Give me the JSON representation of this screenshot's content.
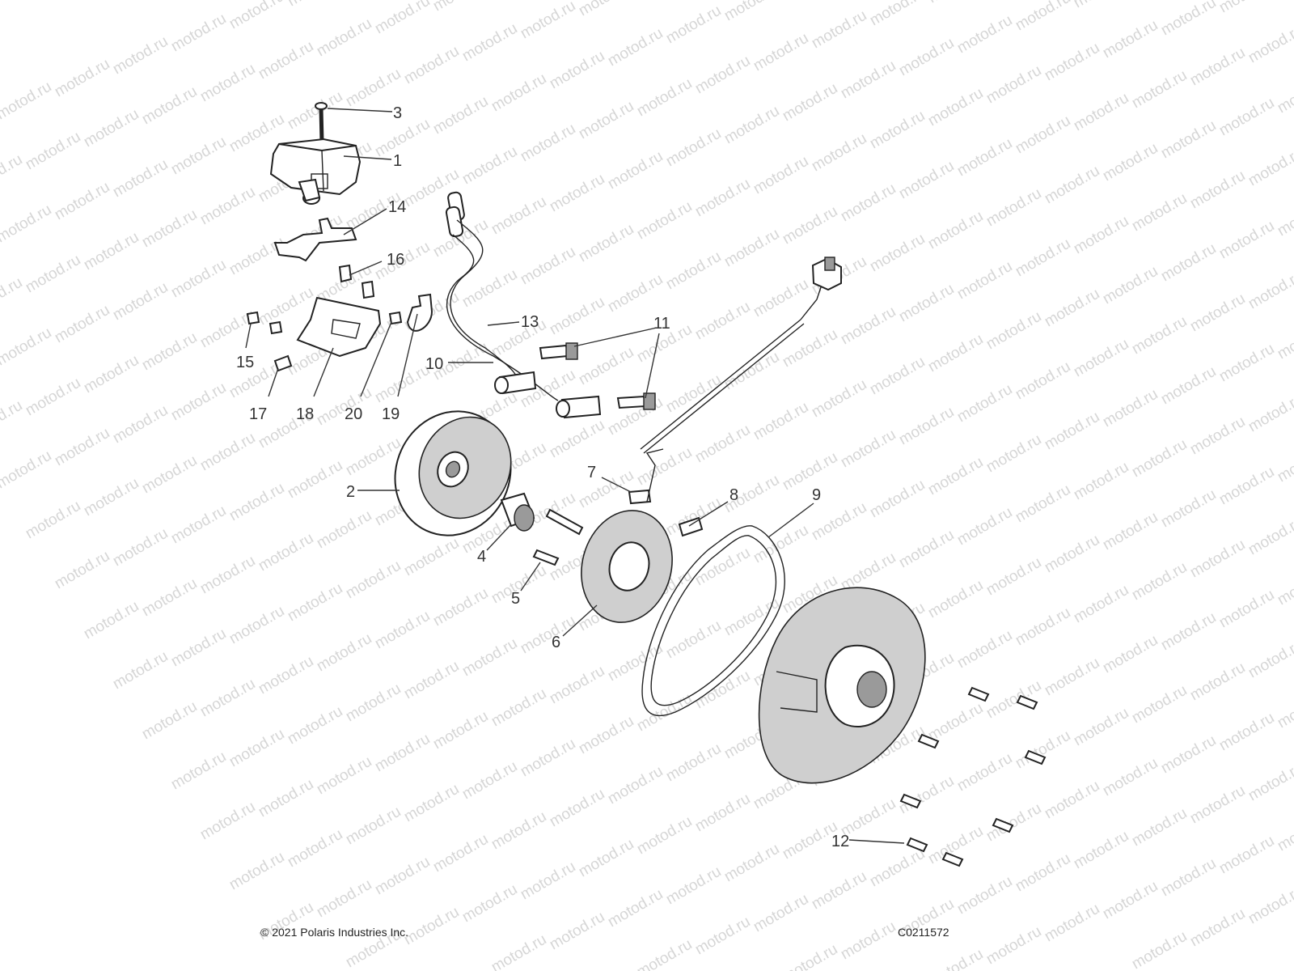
{
  "watermark": "motod.ru",
  "footer": {
    "copyright": "© 2021 Polaris Industries Inc.",
    "figure_code": "C0211572"
  },
  "callouts": {
    "c1": "1",
    "c2": "2",
    "c3": "3",
    "c4": "4",
    "c5": "5",
    "c6": "6",
    "c7": "7",
    "c8": "8",
    "c9": "9",
    "c10": "10",
    "c11": "11",
    "c12": "12",
    "c13": "13",
    "c14": "14",
    "c15": "15",
    "c16": "16",
    "c17": "17",
    "c18": "18",
    "c19": "19",
    "c20": "20"
  }
}
